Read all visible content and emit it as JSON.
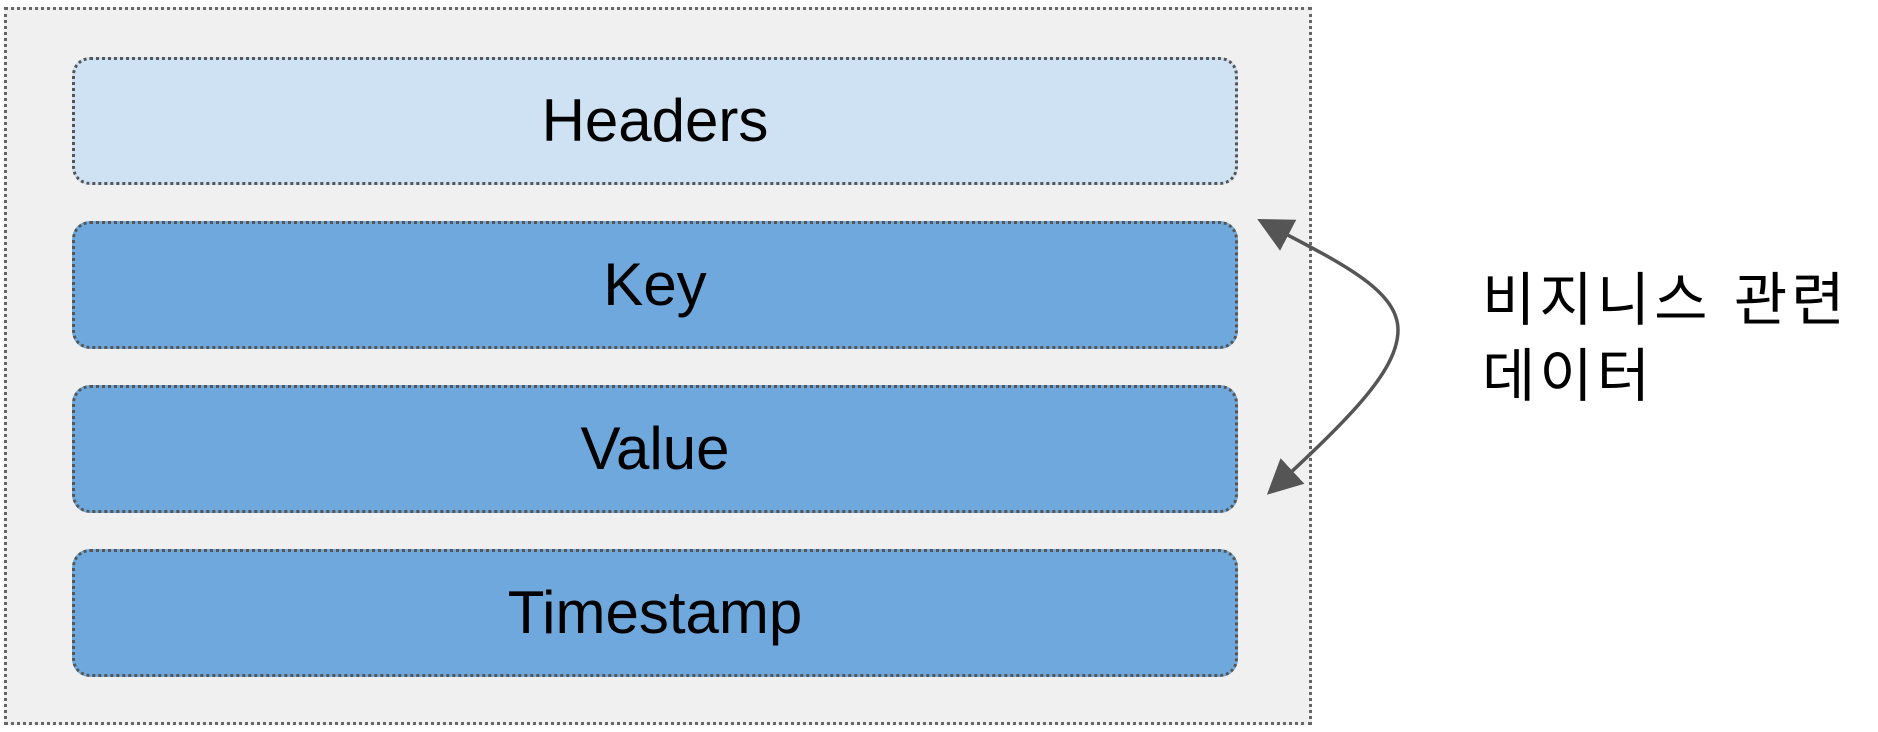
{
  "diagram": {
    "fields": [
      {
        "label": "Headers",
        "color": "#cfe2f3"
      },
      {
        "label": "Key",
        "color": "#6fa8dc"
      },
      {
        "label": "Value",
        "color": "#6fa8dc"
      },
      {
        "label": "Timestamp",
        "color": "#6fa8dc"
      }
    ],
    "annotation": {
      "line1": "비지니스 관련",
      "line2": "데이터"
    },
    "colors": {
      "container_bg": "#f0f0f0",
      "header_fill": "#cfe2f3",
      "field_fill": "#6fa8dc",
      "arrow": "#555555"
    }
  }
}
